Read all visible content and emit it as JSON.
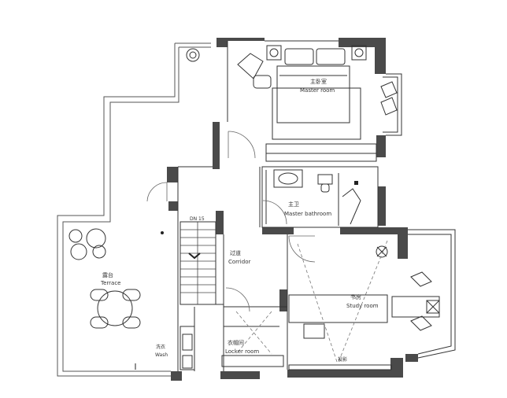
{
  "rooms": {
    "master_room": {
      "cn": "主卧室",
      "en": "Master room"
    },
    "master_bathroom": {
      "cn": "主卫",
      "en": "Master bathroom"
    },
    "corridor": {
      "cn": "过道",
      "en": "Corridor"
    },
    "study_room": {
      "cn": "书房",
      "en": "Study room"
    },
    "terrace": {
      "cn": "露台",
      "en": "Terrace"
    },
    "locker_room": {
      "cn": "衣帽间",
      "en": "Locker room"
    },
    "wash": {
      "cn": "洗衣",
      "en": "Wash"
    },
    "projection": {
      "cn": "投影"
    }
  },
  "stair_label": "DN 15",
  "colors": {
    "wall": "#4a4a4a",
    "line": "#333333",
    "background": "#ffffff"
  }
}
